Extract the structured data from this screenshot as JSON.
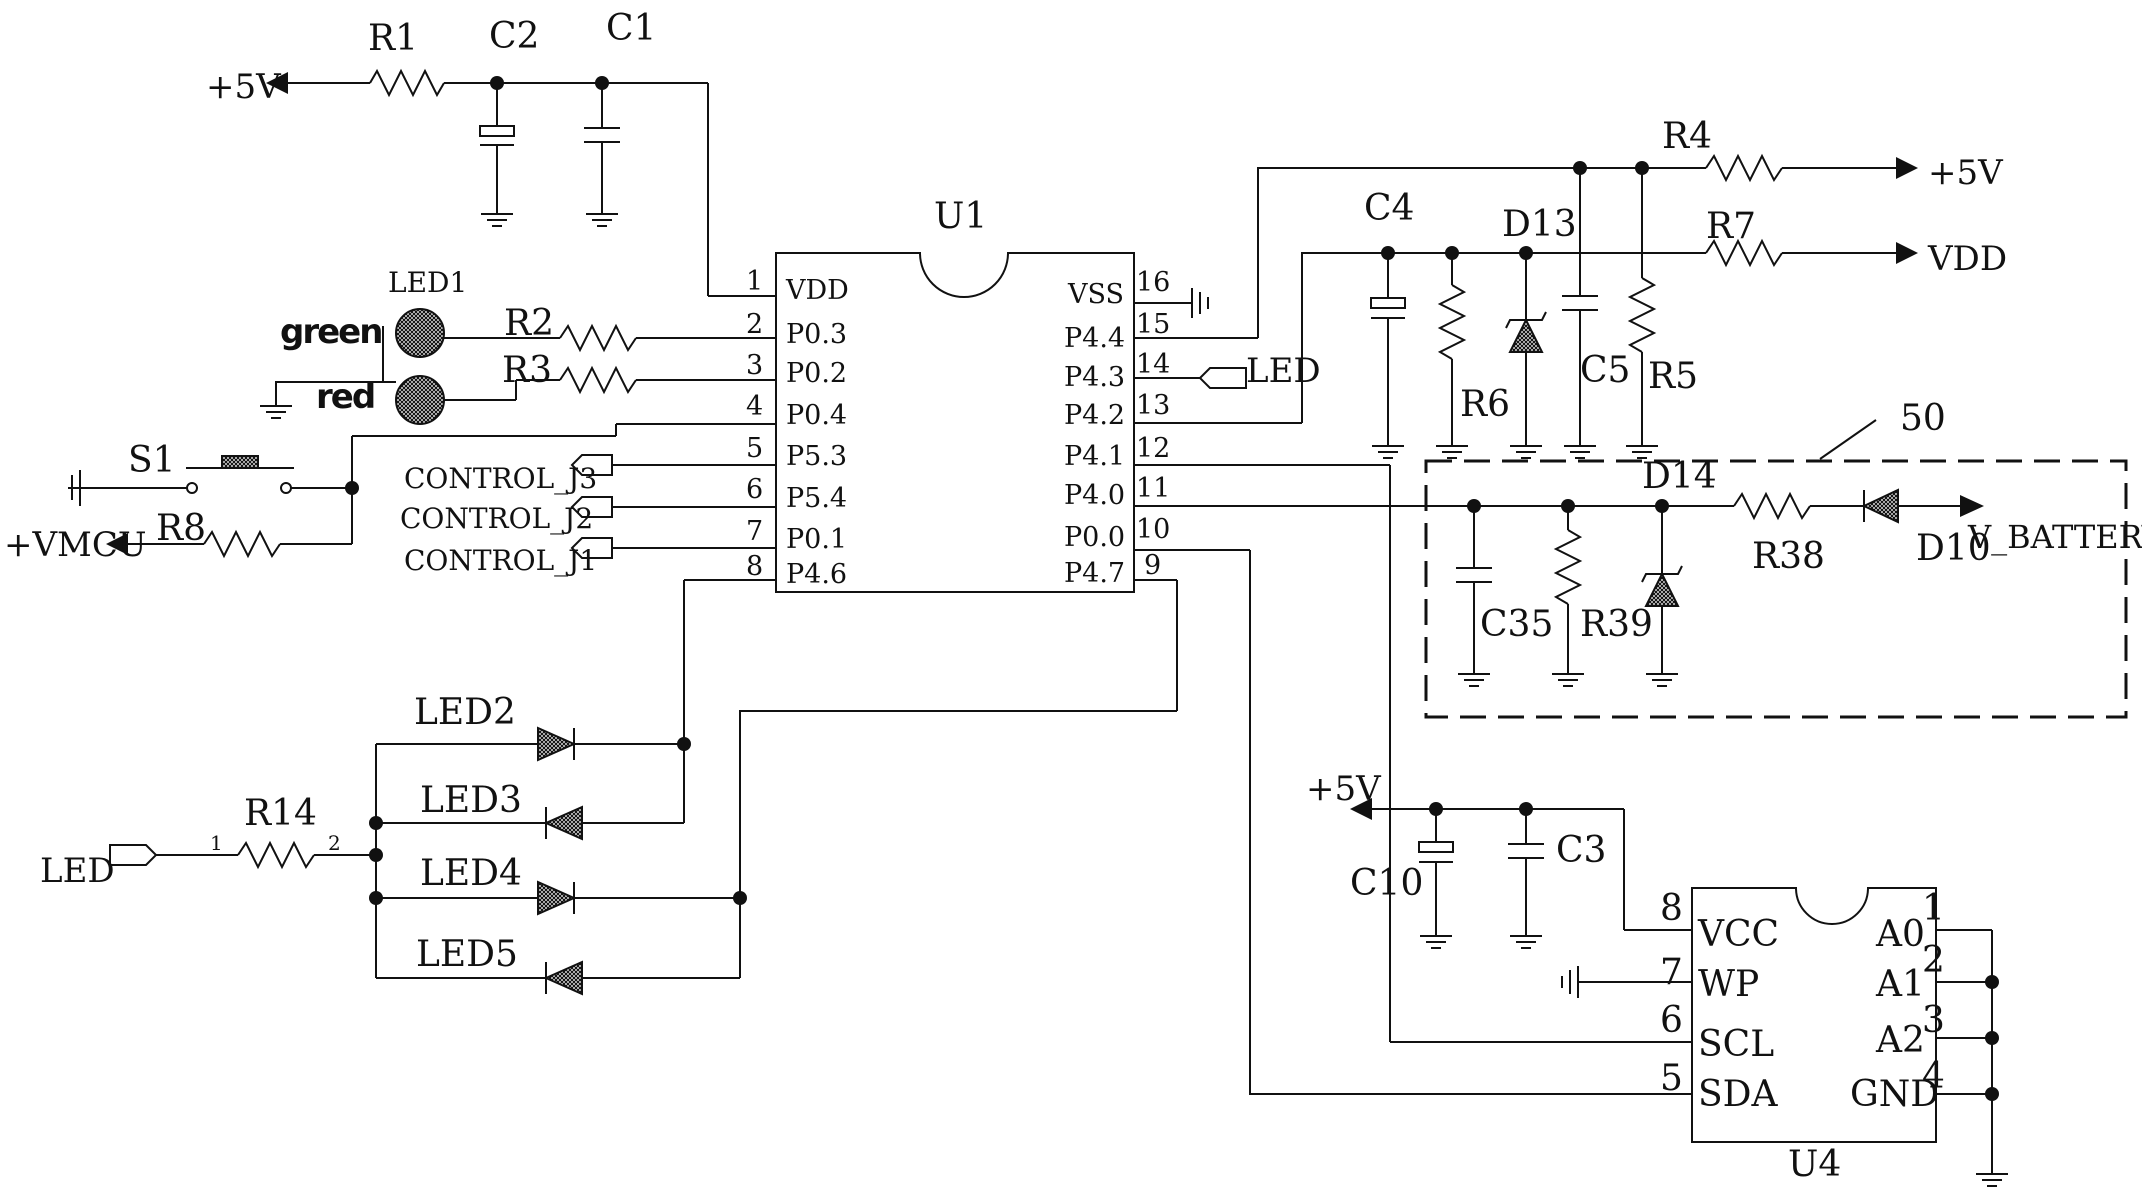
{
  "u1": {
    "ref": "U1",
    "left_pins": [
      {
        "num": "1",
        "name": "VDD"
      },
      {
        "num": "2",
        "name": "P0.3"
      },
      {
        "num": "3",
        "name": "P0.2"
      },
      {
        "num": "4",
        "name": "P0.4"
      },
      {
        "num": "5",
        "name": "P5.3"
      },
      {
        "num": "6",
        "name": "P5.4"
      },
      {
        "num": "7",
        "name": "P0.1"
      },
      {
        "num": "8",
        "name": "P4.6"
      }
    ],
    "right_pins": [
      {
        "num": "16",
        "name": "VSS"
      },
      {
        "num": "15",
        "name": "P4.4"
      },
      {
        "num": "14",
        "name": "P4.3"
      },
      {
        "num": "13",
        "name": "P4.2"
      },
      {
        "num": "12",
        "name": "P4.1"
      },
      {
        "num": "11",
        "name": "P4.0"
      },
      {
        "num": "10",
        "name": "P0.0"
      },
      {
        "num": "9",
        "name": "P4.7"
      }
    ]
  },
  "u4": {
    "ref": "U4",
    "left_pins": [
      {
        "num": "8",
        "name": "VCC"
      },
      {
        "num": "7",
        "name": "WP"
      },
      {
        "num": "6",
        "name": "SCL"
      },
      {
        "num": "5",
        "name": "SDA"
      }
    ],
    "right_pins": [
      {
        "num": "1",
        "name": "A0"
      },
      {
        "num": "2",
        "name": "A1"
      },
      {
        "num": "3",
        "name": "A2"
      },
      {
        "num": "4",
        "name": "GND"
      }
    ]
  },
  "resistors": {
    "r1": "R1",
    "r2": "R2",
    "r3": "R3",
    "r4": "R4",
    "r5": "R5",
    "r6": "R6",
    "r7": "R7",
    "r8": "R8",
    "r14": "R14",
    "r38": "R38",
    "r39": "R39"
  },
  "r14_pins": {
    "p1": "1",
    "p2": "2"
  },
  "capacitors": {
    "c1": "C1",
    "c2": "C2",
    "c3": "C3",
    "c4": "C4",
    "c5": "C5",
    "c10": "C10",
    "c35": "C35"
  },
  "diodes": {
    "d10": "D10",
    "d13": "D13",
    "d14": "D14"
  },
  "switch": "S1",
  "leds": {
    "led1": "LED1",
    "led2": "LED2",
    "led3": "LED3",
    "led4": "LED4",
    "led5": "LED5",
    "green": "green",
    "red": "red"
  },
  "nets": {
    "plus5v_top": "+5V",
    "plus5v_right": "+5V",
    "plus5v_eeprom": "+5V",
    "vdd": "VDD",
    "vmcu": "+VMCU",
    "led_port_right": "LED",
    "led_port_left": "LED",
    "control_j3": "CONTROL_J3",
    "control_j2": "CONTROL_J2",
    "control_j1": "CONTROL_J1",
    "v_battery": "V_BATTERY"
  },
  "block_label": "50"
}
